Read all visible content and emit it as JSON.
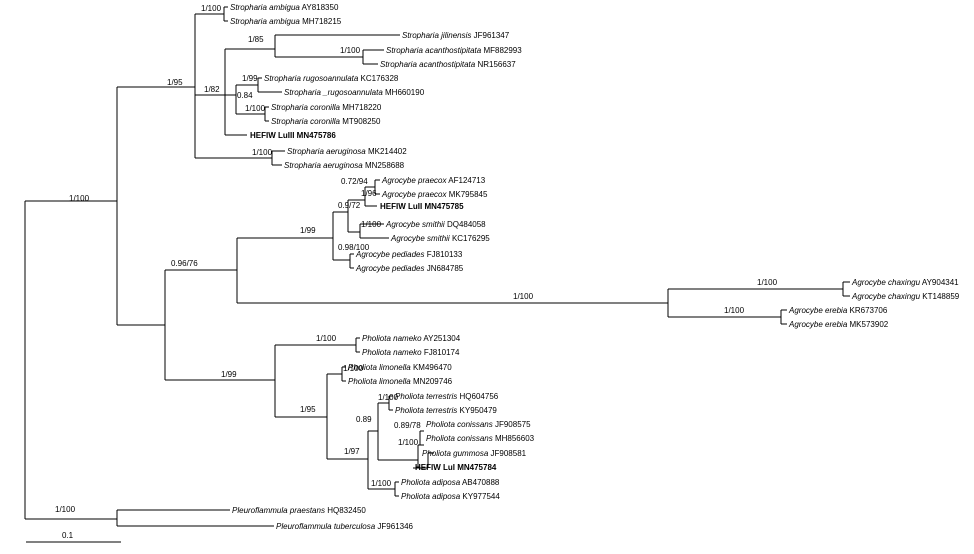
{
  "taxa": [
    {
      "genus": "Stropharia",
      "species": "ambigua",
      "acc": "AY818350"
    },
    {
      "genus": "Stropharia",
      "species": "ambigua",
      "acc": "MH718215"
    },
    {
      "genus": "Stropharia",
      "species": "jilinensis",
      "acc": "JF961347"
    },
    {
      "genus": "Stropharia",
      "species": "acanthostipitata",
      "acc": "MF882993"
    },
    {
      "genus": "Stropharia",
      "species": "acanthostipitata",
      "acc": "NR156637"
    },
    {
      "genus": "Stropharia",
      "species": "rugosoannulata",
      "acc": "KC176328"
    },
    {
      "genus": "Stropharia",
      "species": "_rugosoannulata",
      "acc": "MH660190"
    },
    {
      "genus": "Stropharia",
      "species": "coronilla",
      "acc": "MH718220"
    },
    {
      "genus": "Stropharia",
      "species": "coronilla",
      "acc": "MT908250"
    },
    {
      "plain": "HEFIW LuIII MN475786",
      "bold": true
    },
    {
      "genus": "Stropharia",
      "species": "aeruginosa",
      "acc": "MK214402"
    },
    {
      "genus": "Stropharia",
      "species": "aeruginosa",
      "acc": "MN258688"
    },
    {
      "genus": "Agrocybe",
      "species": "praecox",
      "acc": "AF124713"
    },
    {
      "genus": "Agrocybe",
      "species": "praecox",
      "acc": "MK795845"
    },
    {
      "plain": "HEFIW LuII MN475785",
      "bold": true
    },
    {
      "genus": "Agrocybe",
      "species": "smithii",
      "acc": "DQ484058"
    },
    {
      "genus": "Agrocybe",
      "species": "smithii",
      "acc": "KC176295"
    },
    {
      "genus": "Agrocybe",
      "species": "pediades",
      "acc": "FJ810133"
    },
    {
      "genus": "Agrocybe",
      "species": "pediades",
      "acc": "JN684785"
    },
    {
      "genus": "Agrocybe",
      "species": "chaxingu",
      "acc": "AY904341"
    },
    {
      "genus": "Agrocybe",
      "species": "chaxingu",
      "acc": "KT148859"
    },
    {
      "genus": "Agrocybe",
      "species": "erebia",
      "acc": "KR673706"
    },
    {
      "genus": "Agrocybe",
      "species": "erebia",
      "acc": "MK573902"
    },
    {
      "genus": "Pholiota",
      "species": "nameko",
      "acc": "AY251304"
    },
    {
      "genus": "Pholiota",
      "species": "nameko",
      "acc": "FJ810174"
    },
    {
      "genus": "Pholiota",
      "species": "limonella",
      "acc": "KM496470"
    },
    {
      "genus": "Pholiota",
      "species": "limonella",
      "acc": "MN209746"
    },
    {
      "genus": "Pholiota",
      "species": "terrestris",
      "acc": "HQ604756"
    },
    {
      "genus": "Pholiota",
      "species": "terrestris",
      "acc": "KY950479"
    },
    {
      "genus": "Pholiota",
      "species": "conissans",
      "acc": "JF908575"
    },
    {
      "genus": "Pholiota",
      "species": "conissans",
      "acc": "MH856603"
    },
    {
      "genus": "Pholiota",
      "species": "gummosa",
      "acc": "JF908581"
    },
    {
      "plain": "HEFIW LuI MN475784",
      "bold": true
    },
    {
      "genus": "Pholiota",
      "species": "adiposa",
      "acc": "AB470888"
    },
    {
      "genus": "Pholiota",
      "species": "adiposa",
      "acc": "KY977544"
    },
    {
      "genus": "Pleuroflammula",
      "species": "praestans",
      "acc": "HQ832450"
    },
    {
      "genus": "Pleuroflammula",
      "species": "tuberculosa",
      "acc": "JF961346"
    }
  ],
  "supports": [
    "1/100",
    "1/85",
    "1/100",
    "1/95",
    "1/82",
    "1/99",
    "0.84",
    "1/100",
    "1/100",
    "1/100",
    "0.72/94",
    "1/96",
    "0.9/72",
    "1/100",
    "0.98/100",
    "1/99",
    "0.96/76",
    "1/100",
    "1/100",
    "1/100",
    "1/100",
    "1/100",
    "1/99",
    "1/100",
    "0.89/78",
    "1/100",
    "0.89",
    "1/97",
    "1/100",
    "1/95",
    "1/100"
  ],
  "scale_bar": {
    "label": "0.1"
  }
}
